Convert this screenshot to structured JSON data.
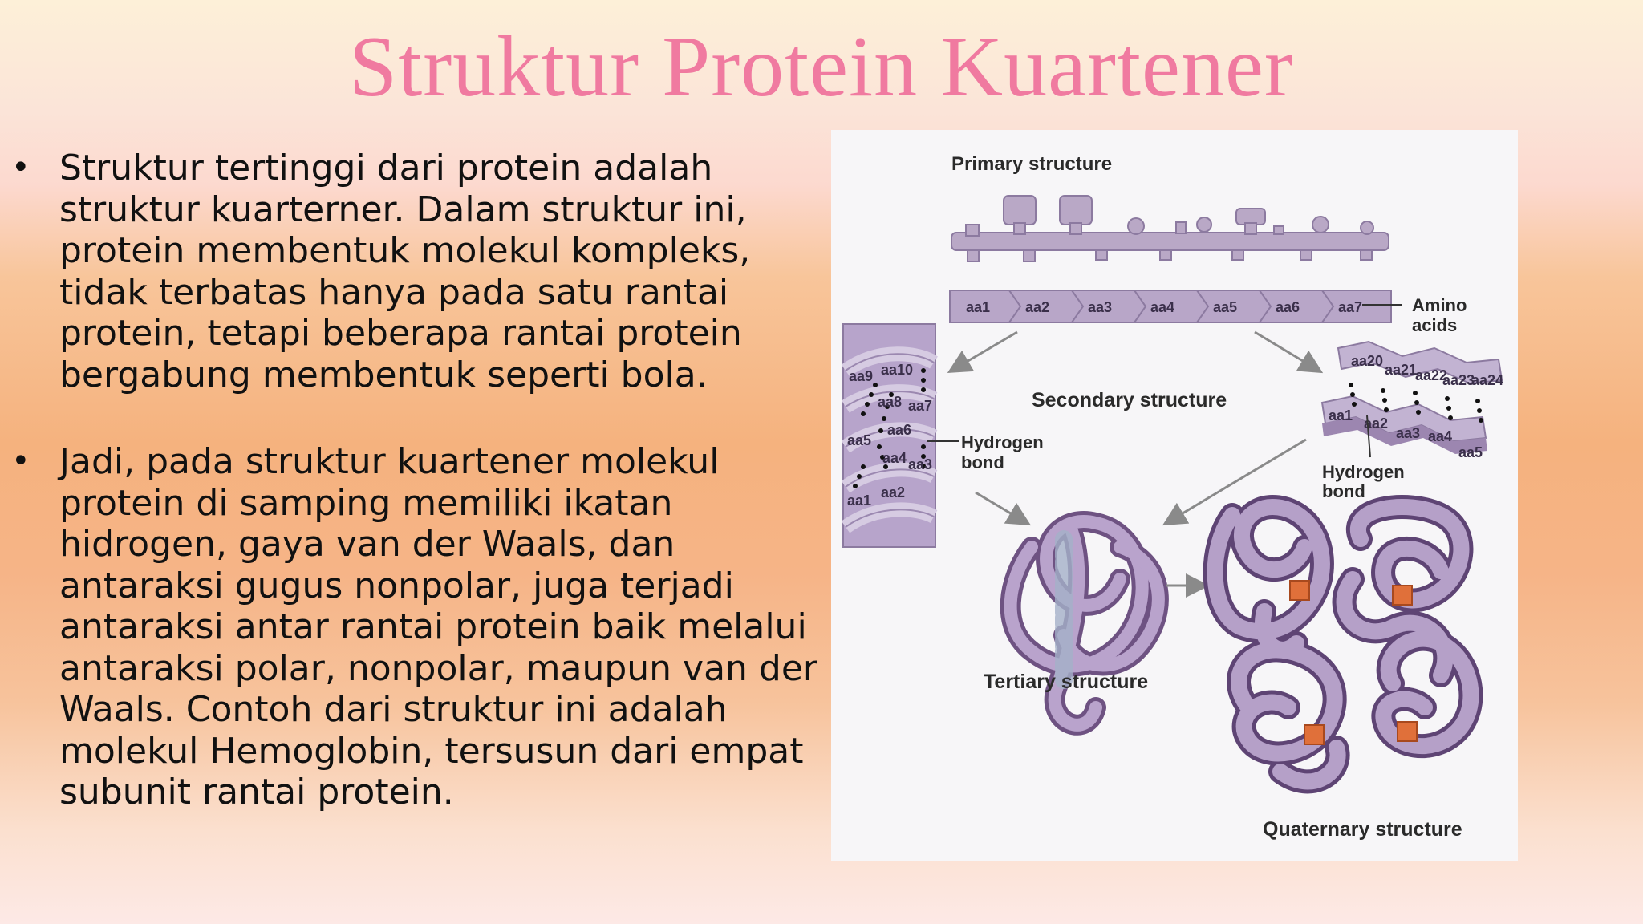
{
  "slide": {
    "title": "Struktur Protein Kuartener",
    "bullets": [
      "Struktur tertinggi dari protein adalah struktur kuarterner. Dalam struktur ini, protein membentuk molekul kompleks, tidak terbatas hanya pada satu rantai protein, tetapi beberapa rantai protein bergabung membentuk seperti bola.",
      "Jadi, pada struktur kuartener molekul protein di samping memiliki ikatan hidrogen, gaya van der Waals, dan antaraksi gugus nonpolar, juga terjadi antaraksi antar rantai protein baik melalui antaraksi polar, nonpolar, maupun van der Waals. Contoh dari struktur ini adalah molekul Hemoglobin, tersusun dari empat subunit rantai protein."
    ],
    "bullet_symbol": "•"
  },
  "figure": {
    "primary_label": "Primary structure",
    "amino_chain": [
      "aa1",
      "aa2",
      "aa3",
      "aa4",
      "aa5",
      "aa6",
      "aa7"
    ],
    "amino_label_line1": "Amino",
    "amino_label_line2": "acids",
    "secondary_label": "Secondary structure",
    "hbond_line1": "Hydrogen",
    "hbond_line2": "bond",
    "helix_labels": [
      "aa9",
      "aa10",
      "aa8",
      "aa7",
      "aa6",
      "aa5",
      "aa4",
      "aa3",
      "aa1",
      "aa2"
    ],
    "sheet_top_labels": [
      "aa20",
      "aa21",
      "aa22",
      "aa23",
      "aa24"
    ],
    "sheet_bottom_labels": [
      "aa1",
      "aa2",
      "aa3",
      "aa4",
      "aa5"
    ],
    "tertiary_label": "Tertiary structure",
    "quaternary_label": "Quaternary structure",
    "colors": {
      "protein": "#a78ab8",
      "protein_dark": "#6e5282",
      "heme": "#e0703a",
      "title": "#f07aa0"
    }
  }
}
